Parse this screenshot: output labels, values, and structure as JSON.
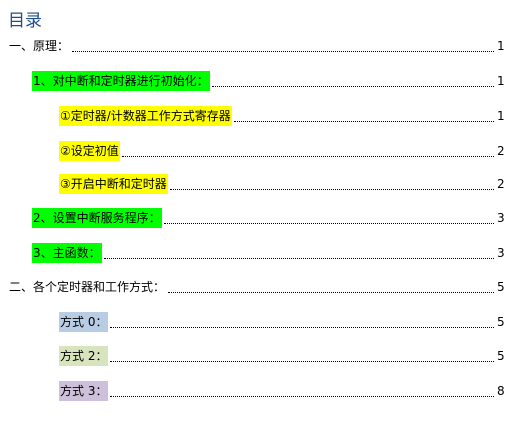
{
  "toc": {
    "title": "目录",
    "entries": [
      {
        "label": "一、原理：",
        "page": "1",
        "highlight": ""
      },
      {
        "label": "1、对中断和定时器进行初始化：",
        "page": "1",
        "highlight": "#00ff00"
      },
      {
        "label": "①定时器/计数器工作方式寄存器",
        "page": "1",
        "highlight": "#ffff00"
      },
      {
        "label": "②设定初值",
        "page": "2",
        "highlight": "#ffff00"
      },
      {
        "label": "③开启中断和定时器",
        "page": "2",
        "highlight": "#ffff00"
      },
      {
        "label": "2、设置中断服务程序：",
        "page": "3",
        "highlight": "#00ff00"
      },
      {
        "label": "3、主函数：",
        "page": "3",
        "highlight": "#00ff00"
      },
      {
        "label": "二、各个定时器和工作方式：",
        "page": "5",
        "highlight": ""
      },
      {
        "label": "方式 0：",
        "page": "5",
        "highlight": "#b8cce4"
      },
      {
        "label": "方式 2：",
        "page": "5",
        "highlight": "#d7e4bd"
      },
      {
        "label": "方式 3：",
        "page": "8",
        "highlight": "#ccc0da"
      }
    ]
  }
}
